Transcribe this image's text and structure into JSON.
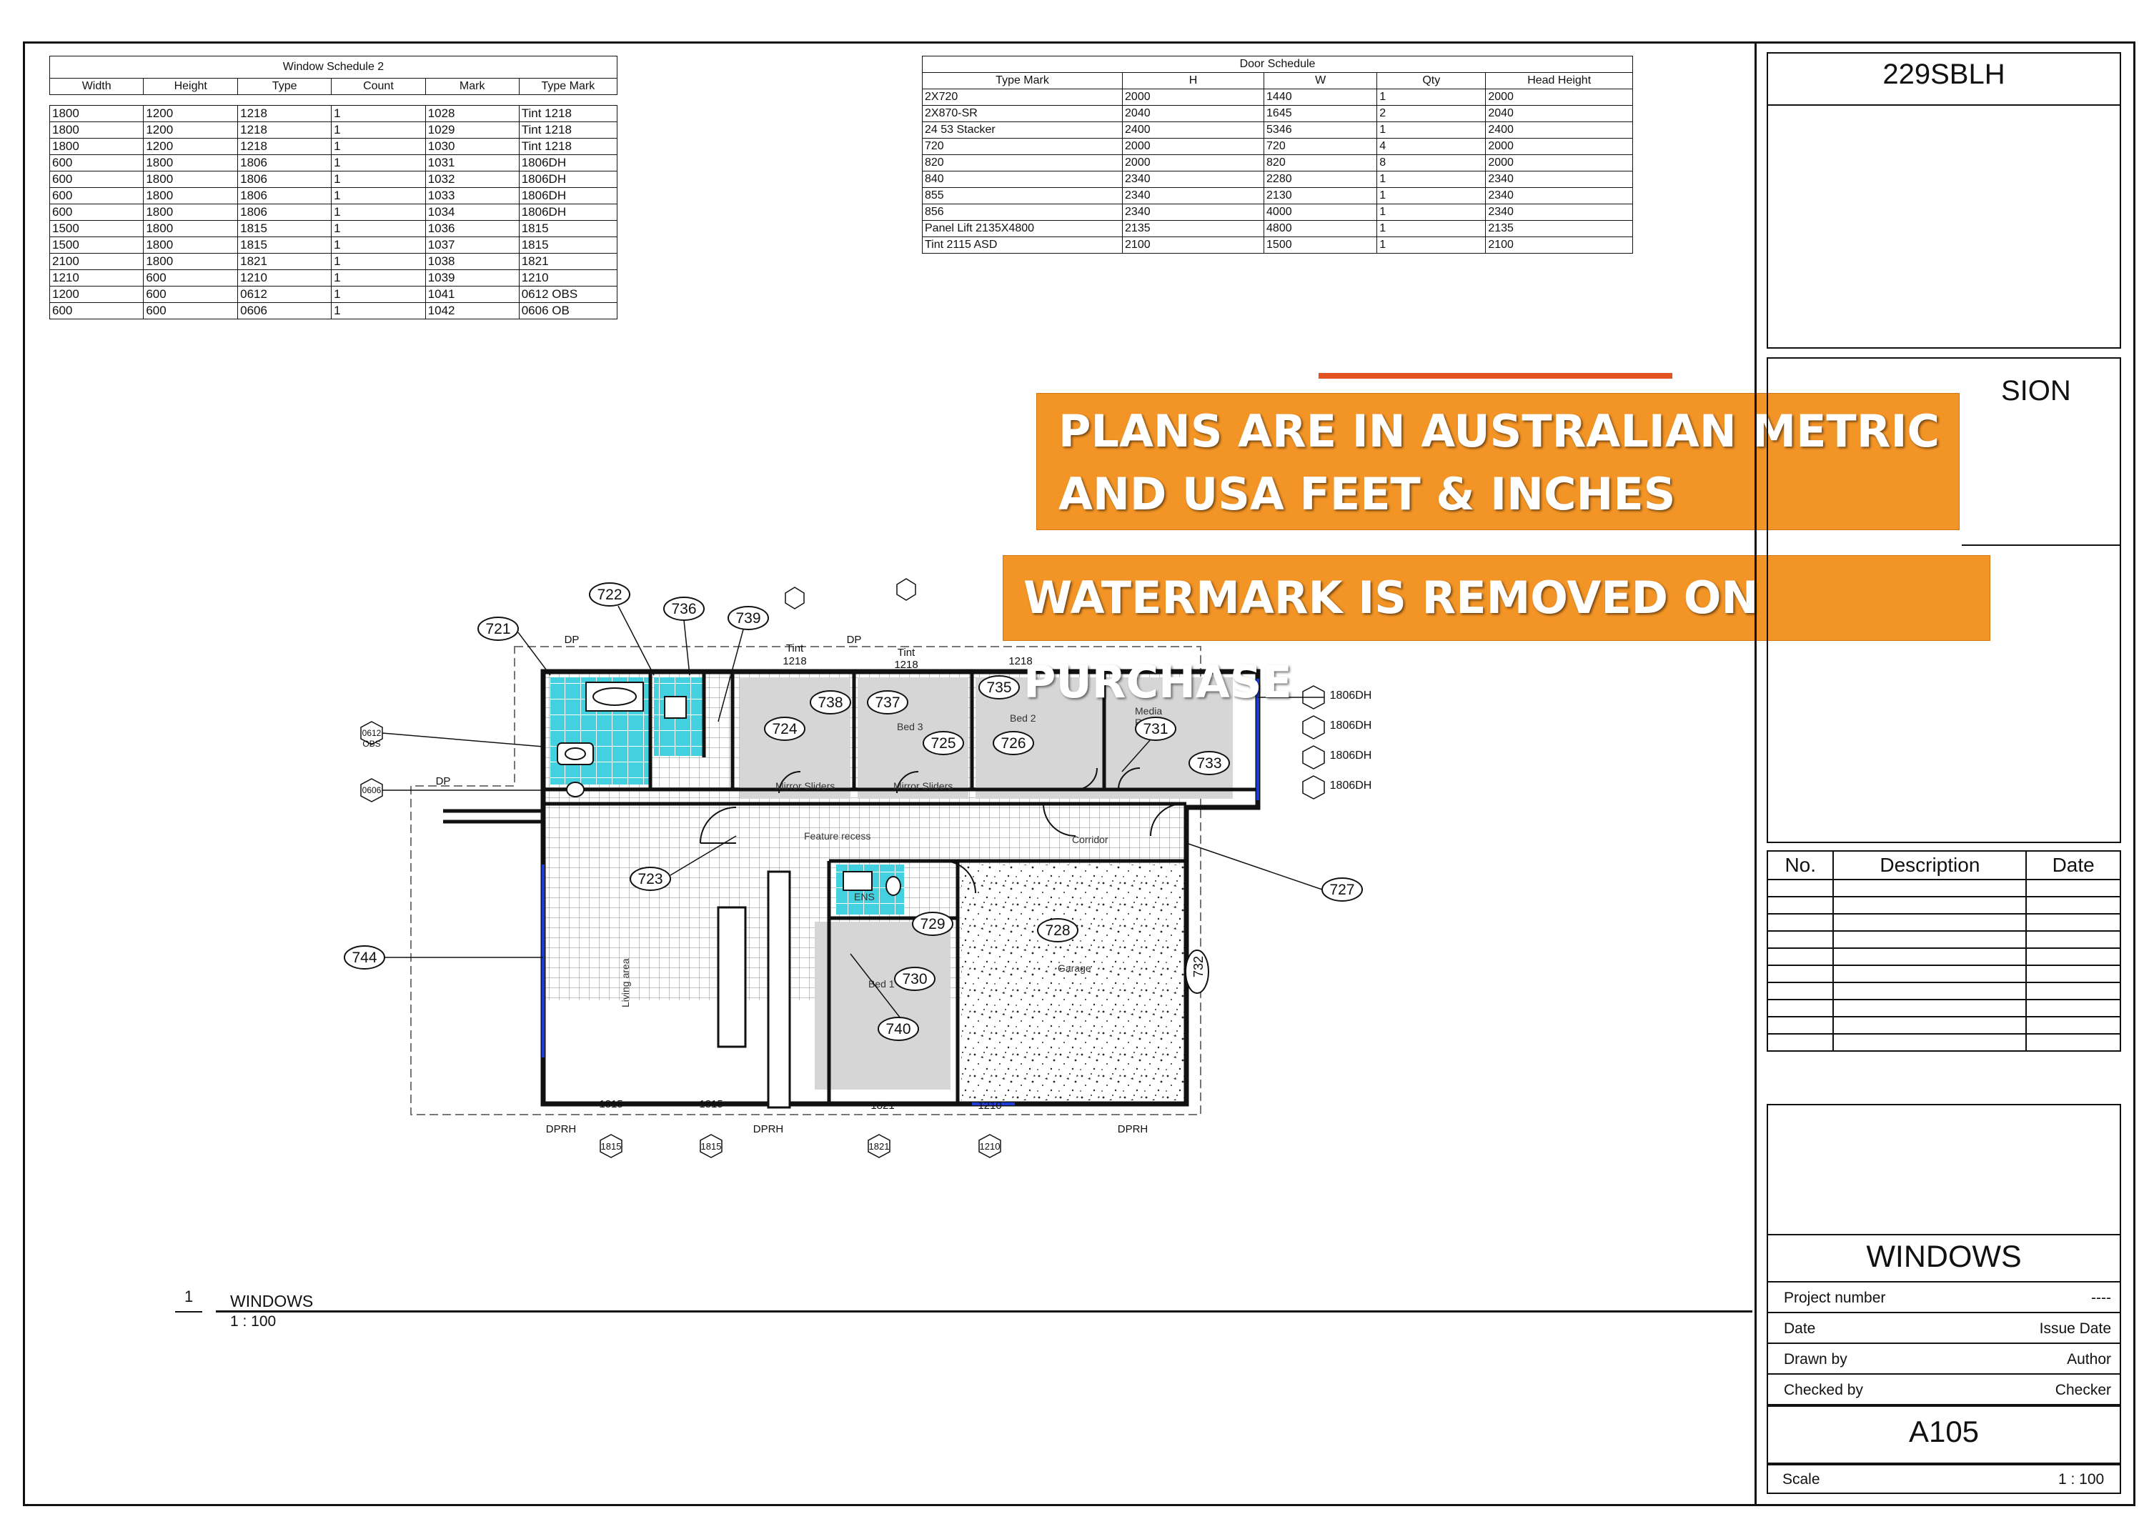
{
  "window_schedule": {
    "title": "Window Schedule 2",
    "headers": [
      "Width",
      "Height",
      "Type",
      "Count",
      "Mark",
      "Type Mark"
    ],
    "rows": [
      [
        "1800",
        "1200",
        "1218",
        "1",
        "1028",
        "Tint 1218"
      ],
      [
        "1800",
        "1200",
        "1218",
        "1",
        "1029",
        "Tint 1218"
      ],
      [
        "1800",
        "1200",
        "1218",
        "1",
        "1030",
        "Tint 1218"
      ],
      [
        "600",
        "1800",
        "1806",
        "1",
        "1031",
        "1806DH"
      ],
      [
        "600",
        "1800",
        "1806",
        "1",
        "1032",
        "1806DH"
      ],
      [
        "600",
        "1800",
        "1806",
        "1",
        "1033",
        "1806DH"
      ],
      [
        "600",
        "1800",
        "1806",
        "1",
        "1034",
        "1806DH"
      ],
      [
        "1500",
        "1800",
        "1815",
        "1",
        "1036",
        "1815"
      ],
      [
        "1500",
        "1800",
        "1815",
        "1",
        "1037",
        "1815"
      ],
      [
        "2100",
        "1800",
        "1821",
        "1",
        "1038",
        "1821"
      ],
      [
        "1210",
        "600",
        "1210",
        "1",
        "1039",
        "1210"
      ],
      [
        "1200",
        "600",
        "0612",
        "1",
        "1041",
        "0612 OBS"
      ],
      [
        "600",
        "600",
        "0606",
        "1",
        "1042",
        "0606 OB"
      ]
    ]
  },
  "door_schedule": {
    "title": "Door Schedule",
    "headers": [
      "Type Mark",
      "H",
      "W",
      "Qty",
      "Head Height"
    ],
    "rows": [
      [
        "2X720",
        "2000",
        "1440",
        "1",
        "2000"
      ],
      [
        "2X870-SR",
        "2040",
        "1645",
        "2",
        "2040"
      ],
      [
        "24 53 Stacker",
        "2400",
        "5346",
        "1",
        "2400"
      ],
      [
        "720",
        "2000",
        "720",
        "4",
        "2000"
      ],
      [
        "820",
        "2000",
        "820",
        "8",
        "2000"
      ],
      [
        "840",
        "2340",
        "2280",
        "1",
        "2340"
      ],
      [
        "855",
        "2340",
        "2130",
        "1",
        "2340"
      ],
      [
        "856",
        "2340",
        "4000",
        "1",
        "2340"
      ],
      [
        "Panel Lift 2135X4800",
        "2135",
        "4800",
        "1",
        "2135"
      ],
      [
        "Tint 2115 ASD",
        "2100",
        "1500",
        "1",
        "2100"
      ]
    ]
  },
  "watermark": {
    "line1": "PLANS ARE IN AUSTRALIAN METRIC",
    "line2": "AND USA FEET  & INCHES",
    "line3": "WATERMARK IS REMOVED ON PURCHASE",
    "color": "#f39426"
  },
  "view": {
    "number": "1",
    "name": "WINDOWS",
    "scale": "1 : 100"
  },
  "plan": {
    "rooms": [
      "Bed 3",
      "Bed 2",
      "Media Room",
      "Corridor",
      "Garage",
      "Bed 1",
      "ENS",
      "Living area",
      "Mirror Sliders",
      "Mirror Sliders",
      "Feature recess"
    ],
    "tags": [
      "721",
      "722",
      "736",
      "739",
      "738",
      "737",
      "724",
      "722",
      "735",
      "726",
      "725",
      "731",
      "733",
      "723",
      "727",
      "744",
      "729",
      "728",
      "730",
      "740",
      "732"
    ],
    "labels": [
      "DP",
      "DP",
      "DP",
      "DPRH",
      "DPRH",
      "DPRH",
      "1815",
      "1815",
      "1821",
      "1210",
      "1806DH",
      "1806DH",
      "1806DH",
      "1806DH",
      "Tint 1218",
      "Tint 1218",
      "1218"
    ],
    "hex_tags": [
      "0612 OBS",
      "0606",
      "1218",
      "1218",
      "1806DH",
      "1806DH",
      "1806DH",
      "1806DH",
      "1815",
      "1815",
      "1821",
      "1210"
    ]
  },
  "title_block": {
    "project_code": "229SBLH",
    "partial_heading": "SION",
    "revisions": {
      "headers": [
        "No.",
        "Description",
        "Date"
      ],
      "empty_rows": 10
    },
    "sheet_name": "WINDOWS",
    "fields": [
      {
        "label": "Project number",
        "value": "----"
      },
      {
        "label": "Date",
        "value": "Issue Date"
      },
      {
        "label": "Drawn by",
        "value": "Author"
      },
      {
        "label": "Checked by",
        "value": "Checker"
      }
    ],
    "sheet_number": "A105",
    "scale_label": "Scale",
    "scale_value": "1 : 100"
  }
}
